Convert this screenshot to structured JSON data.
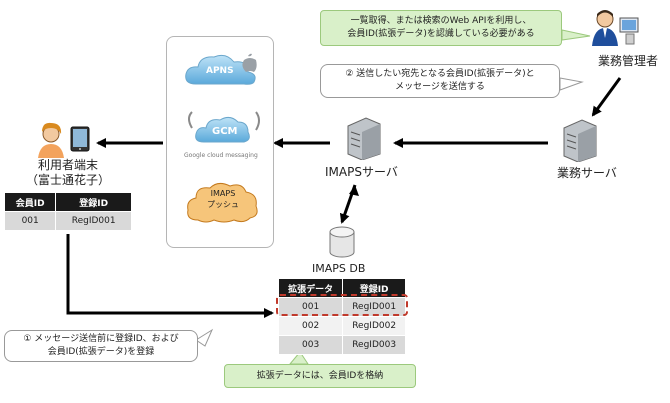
{
  "callouts": {
    "top_line1": "一覧取得、または検索のWeb  APIを利用し、",
    "top_line2": "会員ID(拡張データ)を認識している必要がある",
    "second_line1": "② 送信したい宛先となる会員ID(拡張データ)と",
    "second_line2": "メッセージを送信する",
    "first_line1": "① メッセージ送信前に登録ID、および",
    "first_line2": "会員ID(拡張データ)を登録",
    "bottom": "拡張データには、会員IDを格納"
  },
  "labels": {
    "admin": "業務管理者",
    "biz_server": "業務サーバ",
    "imaps_server": "IMAPSサーバ",
    "imaps_db": "IMAPS DB",
    "user_line1": "利用者端末",
    "user_line2": "（富士通花子）"
  },
  "services": {
    "apns": "APNS",
    "gcm": "GCM",
    "gcm_sub": "Google cloud messaging",
    "imaps_push_line1": "IMAPS",
    "imaps_push_line2": "プッシュ"
  },
  "user_table": {
    "headers": [
      "会員ID",
      "登録ID"
    ],
    "rows": [
      [
        "001",
        "RegID001"
      ]
    ]
  },
  "db_table": {
    "headers": [
      "拡張データ",
      "登録ID"
    ],
    "rows": [
      [
        "001",
        "RegID001"
      ],
      [
        "002",
        "RegID002"
      ],
      [
        "003",
        "RegID003"
      ]
    ]
  },
  "colors": {
    "callout_green": "#d9f0c9",
    "highlight_red": "#c0392b",
    "header_black": "#1a1a1a"
  }
}
